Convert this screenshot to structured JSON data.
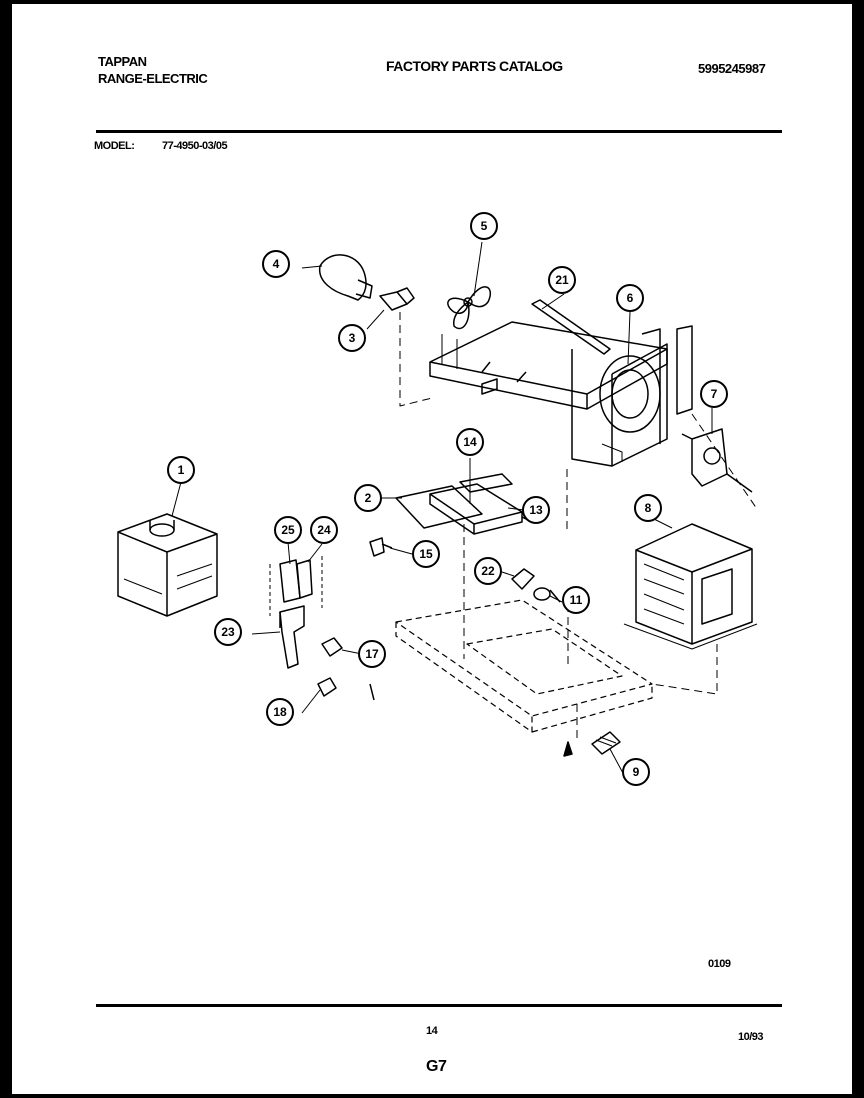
{
  "header": {
    "brand": "TAPPAN",
    "product": "RANGE-ELECTRIC",
    "title": "FACTORY PARTS CATALOG",
    "catalog_number": "5995245987"
  },
  "model": {
    "label": "MODEL:",
    "value": "77-4950-03/05"
  },
  "diagram": {
    "code": "0109",
    "callouts": [
      "1",
      "2",
      "3",
      "4",
      "5",
      "6",
      "7",
      "8",
      "9",
      "11",
      "13",
      "14",
      "15",
      "17",
      "18",
      "21",
      "22",
      "23",
      "24",
      "25"
    ]
  },
  "footer": {
    "page_number": "14",
    "date": "10/93",
    "section": "G7"
  }
}
